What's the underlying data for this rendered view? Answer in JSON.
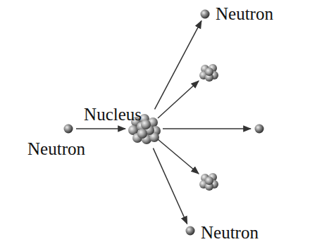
{
  "diagram": {
    "nodes": [
      {
        "text": [
          "Neutron"
        ]
      },
      {
        "text": [
          "Nucleus"
        ]
      },
      {
        "text": [
          "Neutron"
        ]
      },
      {
        "text": [
          "Neutron"
        ]
      }
    ],
    "edges": [
      {
        "from": 2,
        "to": 1,
        "arrow": "to"
      },
      {
        "from": 1,
        "to": 0,
        "arrow": "to"
      },
      {
        "from": 1,
        "to": 3,
        "arrow": "to"
      }
    ]
  }
}
